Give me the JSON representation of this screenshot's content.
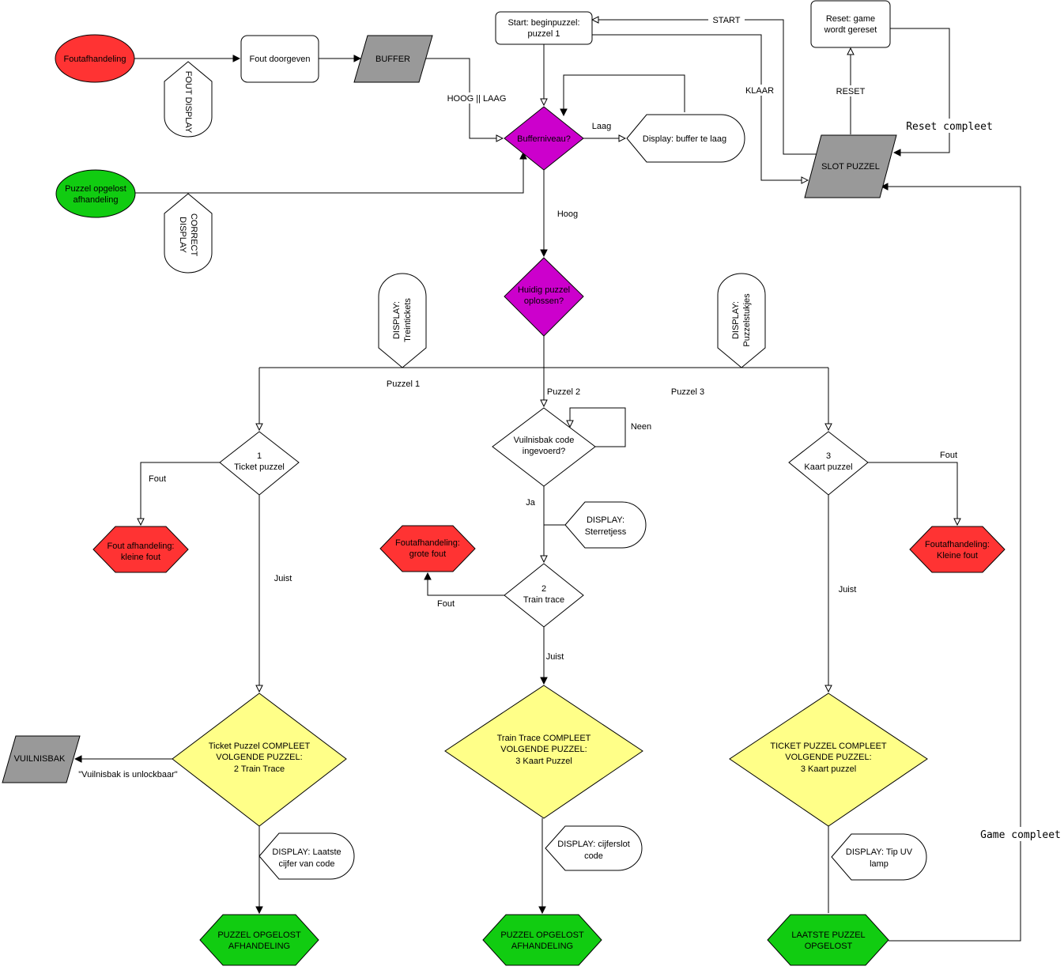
{
  "colors": {
    "red": "#ff3333",
    "green": "#11cc11",
    "magenta": "#cc00cc",
    "yellow": "#ffff88",
    "gray": "#999999",
    "white": "#ffffff"
  },
  "nodes": {
    "foutafhandeling": "Foutafhandeling",
    "fout_doorgeven": "Fout doorgeven",
    "buffer": "BUFFER",
    "start": [
      "Start: beginpuzzel:",
      "puzzel 1"
    ],
    "reset": [
      "Reset: game",
      "wordt gereset"
    ],
    "bufferniveau": "Bufferniveau?",
    "display_buffer_laag": "Display: buffer te laag",
    "slot_puzzel": "SLOT PUZZEL",
    "puzzel_opgelost": [
      "Puzzel  opgelost",
      "afhandeling"
    ],
    "huidig_puzzel": [
      "Huidig puzzel",
      "oplossen?"
    ],
    "ticket_puzzel": [
      "1",
      "Ticket puzzel"
    ],
    "vuilnisbak_code": [
      "Vuilnisbak code",
      "ingevoerd?"
    ],
    "kaart_puzzel": [
      "3",
      "Kaart puzzel"
    ],
    "fout_kleine": [
      "Fout afhandeling:",
      "kleine fout"
    ],
    "fout_grote": [
      "Foutafhandeling:",
      "grote fout"
    ],
    "fout_kleine_3": [
      "Foutafhandeling:",
      "Kleine fout"
    ],
    "train_trace": [
      "2",
      "Train trace"
    ],
    "ticket_compleet": [
      "Ticket Puzzel COMPLEET",
      "VOLGENDE PUZZEL:",
      "2 Train Trace"
    ],
    "train_compleet": [
      "Train Trace COMPLEET",
      "VOLGENDE PUZZEL:",
      "3 Kaart Puzzel"
    ],
    "ticket_compleet_3": [
      "TICKET PUZZEL COMPLEET",
      "VOLGENDE PUZZEL:",
      "3 Kaart puzzel"
    ],
    "vuilnisbak": "VUILNISBAK",
    "opgelost_1": [
      "PUZZEL OPGELOST",
      "AFHANDELING"
    ],
    "opgelost_2": [
      "PUZZEL OPGELOST",
      "AFHANDELING"
    ],
    "laatste_opgelost": [
      "LAATSTE PUZZEL",
      "OPGELOST"
    ]
  },
  "displays": {
    "fout_display": "FOUT DISPLAY",
    "correct_display": [
      "CORRECT",
      "DISPLAY"
    ],
    "treintickets": [
      "DISPLAY:",
      "Treintickets"
    ],
    "puzzelstukjes": [
      "DISPLAY:",
      "Puzzelstukjes"
    ],
    "sterretjess": [
      "DISPLAY:",
      "Sterretjess"
    ],
    "laatste_cijfer": [
      "DISPLAY: Laatste",
      "cijfer van code"
    ],
    "cijferslot": [
      "DISPLAY: cijferslot",
      "code"
    ],
    "tip_uv": [
      "DISPLAY: Tip UV",
      "lamp"
    ]
  },
  "edge_labels": {
    "start": "START",
    "klaar": "KLAAR",
    "reset": "RESET",
    "reset_compleet": "Reset compleet",
    "hoog_laag": "HOOG || LAAG",
    "laag": "Laag",
    "hoog": "Hoog",
    "puzzel1": "Puzzel 1",
    "puzzel2": "Puzzel 2",
    "puzzel3": "Puzzel 3",
    "neen": "Neen",
    "ja": "Ja",
    "fout_1": "Fout",
    "fout_2": "Fout",
    "fout_3": "Fout",
    "juist_1": "Juist",
    "juist_2": "Juist",
    "juist_3": "Juist",
    "vuilnisbak_unlock": "\"Vuilnisbak is unlockbaar\"",
    "game_compleet": "Game compleet"
  }
}
